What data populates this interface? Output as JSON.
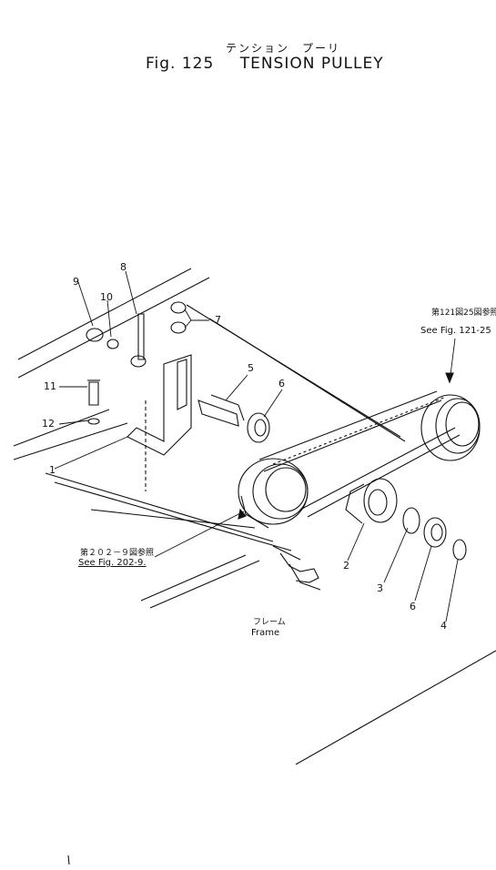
{
  "header": {
    "japanese_title": "テンション　プーリ",
    "figure_number": "Fig. 125",
    "title": "TENSION PULLEY"
  },
  "callouts": [
    {
      "number": "1"
    },
    {
      "number": "2"
    },
    {
      "number": "3"
    },
    {
      "number": "4"
    },
    {
      "number": "5"
    },
    {
      "number": "6"
    },
    {
      "number": "6"
    },
    {
      "number": "7"
    },
    {
      "number": "8"
    },
    {
      "number": "9"
    },
    {
      "number": "10"
    },
    {
      "number": "11"
    },
    {
      "number": "12"
    }
  ],
  "references": {
    "upper_ref_jp": "第121図25図参照",
    "upper_ref_en": "See Fig. 121-25",
    "lower_ref_jp": "第２０２－９図参照",
    "lower_ref_en": "See Fig. 202-9.",
    "frame_jp": "フレーム",
    "frame_en": "Frame"
  }
}
